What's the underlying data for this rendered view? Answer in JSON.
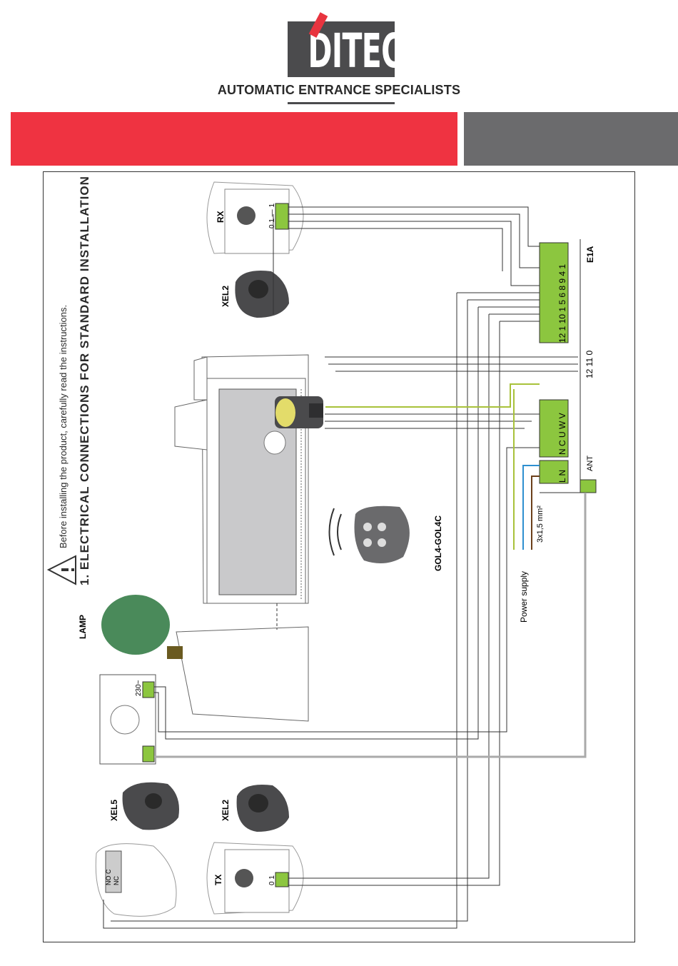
{
  "header": {
    "logo": "DITEC",
    "tagline": "AUTOMATIC ENTRANCE SPECIALISTS",
    "colors": {
      "brand_red": "#ef3341",
      "brand_gray": "#4b4b4d",
      "band_gray": "#6b6b6d",
      "terminal_green": "#8cc63f"
    }
  },
  "diagram": {
    "warning": "Before installing the product, carefully read the instructions.",
    "section_title": "1. ELECTRICAL CONNECTIONS FOR STANDARD INSTALLATION",
    "labels": {
      "rx": "RX",
      "xel2_top": "XEL2",
      "lamp": "LAMP",
      "xel5": "XEL5",
      "xel2_bottom": "XEL2",
      "tx": "TX",
      "remote": "GOL4-GOL4C",
      "board": "E1A",
      "power_supply": "Power supply",
      "cable": "3x1,5 mm²",
      "ant": "ANT",
      "lamp_voltage": "230~",
      "rx_terminals": "0 1 — 1",
      "tx_terminals": "0 1",
      "xel5_contacts_top": "NO C",
      "xel5_contacts_bottom": "NC"
    },
    "terminal_rows": {
      "control": "12 1 10 1 5 6 8 9 4 1",
      "aux": "12 11 0",
      "motor": "N C U W V",
      "power": "L N"
    }
  }
}
